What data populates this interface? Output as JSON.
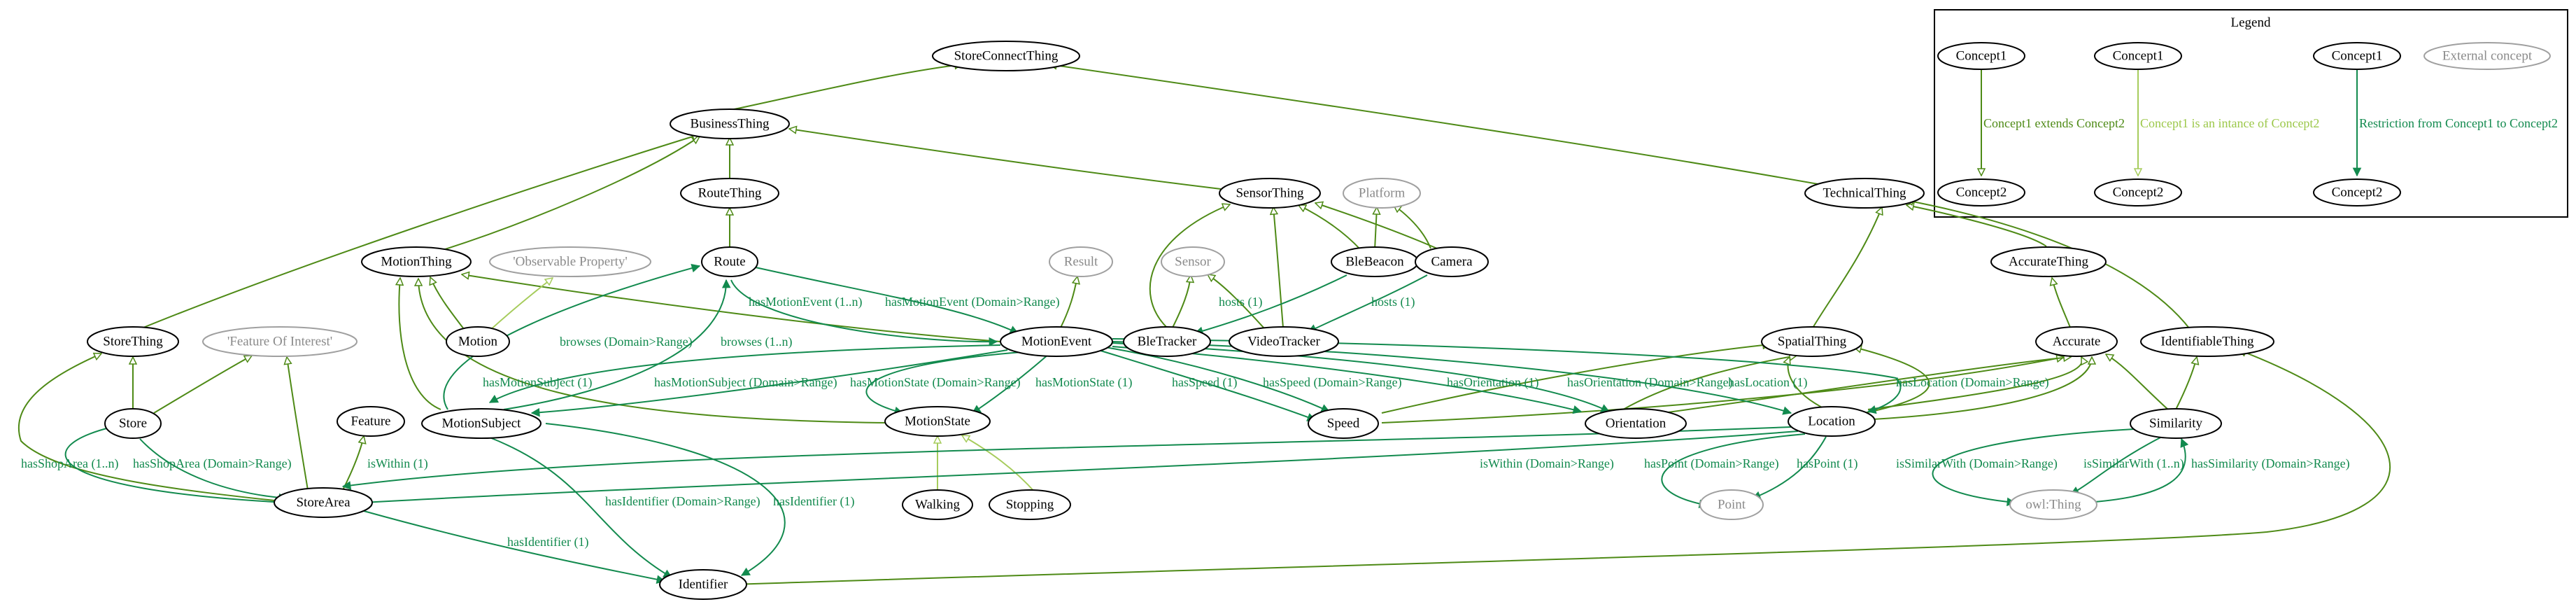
{
  "legend": {
    "title": "Legend",
    "concept1": "Concept1",
    "concept2": "Concept2",
    "external": "External concept",
    "extends_label": "Concept1 extends Concept2",
    "instance_label": "Concept1 is an intance of Concept2",
    "restriction_label": "Restriction from Concept1 to Concept2"
  },
  "colors": {
    "subclass": "#4e8a16",
    "instance": "#a6cc5c",
    "restriction": "#128a4e",
    "external": "#8a8a8a"
  },
  "nodes": {
    "storeconnectthing": "StoreConnectThing",
    "businessthing": "BusinessThing",
    "technicalthing": "TechnicalThing",
    "routething": "RouteThing",
    "sensorthing": "SensorThing",
    "platform": "Platform",
    "motionthing": "MotionThing",
    "observable_property": "'Observable Property'",
    "route": "Route",
    "result": "Result",
    "blebeacon": "BleBeacon",
    "camera": "Camera",
    "accuratething": "AccurateThing",
    "sensor": "Sensor",
    "storething": "StoreThing",
    "feature_of_interest": "'Feature Of Interest'",
    "motion": "Motion",
    "bletracker": "BleTracker",
    "videotracker": "VideoTracker",
    "motionevent": "MotionEvent",
    "spatialthing": "SpatialThing",
    "accurate": "Accurate",
    "identifiablething": "IdentifiableThing",
    "store": "Store",
    "feature": "Feature",
    "motionsubject": "MotionSubject",
    "motionstate": "MotionState",
    "speed": "Speed",
    "orientation": "Orientation",
    "location": "Location",
    "similarity": "Similarity",
    "storearea": "StoreArea",
    "walking": "Walking",
    "stopping": "Stopping",
    "point": "Point",
    "owlthing": "owl:Thing",
    "identifier": "Identifier"
  },
  "edge_labels": {
    "hasMotionEvent_1n": "hasMotionEvent (1..n)",
    "hasMotionEvent_dr": "hasMotionEvent (Domain>Range)",
    "hosts_1a": "hosts (1)",
    "hosts_1b": "hosts (1)",
    "browses_dr": "browses (Domain>Range)",
    "browses_1n": "browses (1..n)",
    "hasMotionSubject_1": "hasMotionSubject (1)",
    "hasMotionSubject_dr": "hasMotionSubject (Domain>Range)",
    "hasMotionState_dr": "hasMotionState (Domain>Range)",
    "hasMotionState_1": "hasMotionState (1)",
    "hasSpeed_1": "hasSpeed (1)",
    "hasSpeed_dr": "hasSpeed (Domain>Range)",
    "hasOrientation_1": "hasOrientation (1)",
    "hasOrientation_dr": "hasOrientation (Domain>Range)",
    "hasLocation_1": "hasLocation (1)",
    "hasLocation_dr": "hasLocation (Domain>Range)",
    "hasShopArea_1n": "hasShopArea (1..n)",
    "hasShopArea_dr": "hasShopArea (Domain>Range)",
    "isWithin_1": "isWithin (1)",
    "isWithin_dr": "isWithin (Domain>Range)",
    "hasIdentifier_dr": "hasIdentifier (Domain>Range)",
    "hasIdentifier_1a": "hasIdentifier (1)",
    "hasIdentifier_1b": "hasIdentifier (1)",
    "hasPoint_dr": "hasPoint (Domain>Range)",
    "hasPoint_1": "hasPoint (1)",
    "isSimilarWith_dr": "isSimilarWith (Domain>Range)",
    "isSimilarWith_1n": "isSimilarWith (1..n)",
    "hasSimilarity_dr": "hasSimilarity (Domain>Range)"
  }
}
